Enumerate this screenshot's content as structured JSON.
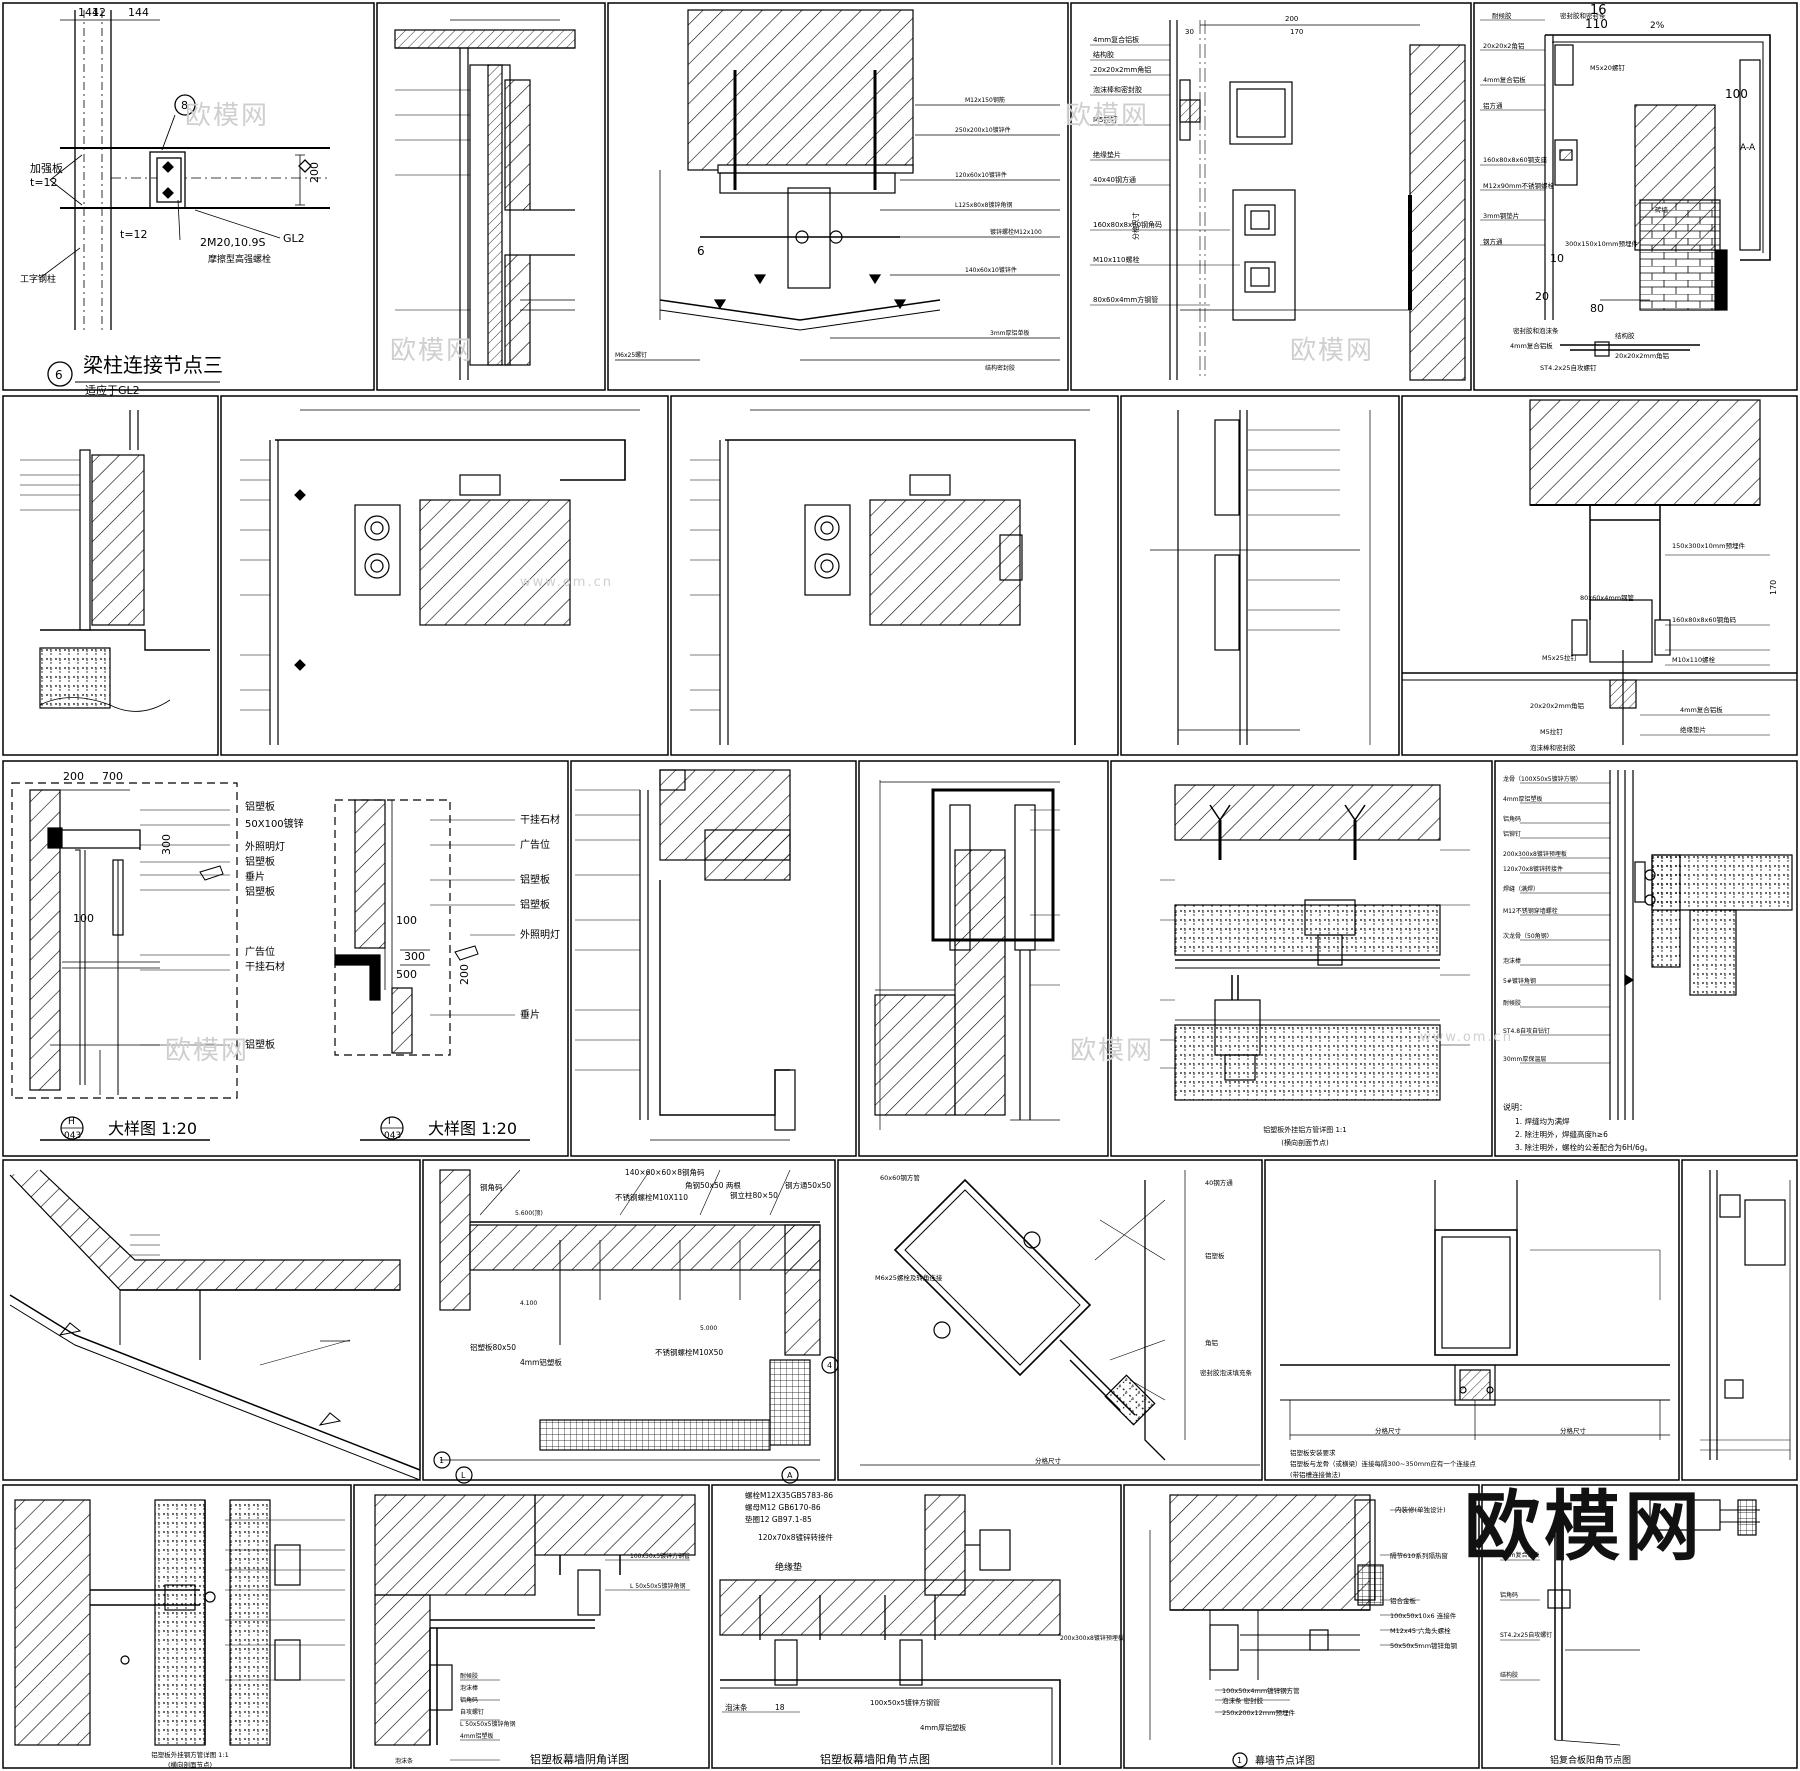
{
  "logo": "欧模网",
  "watermark": "欧模网",
  "watermark_url": "www.om.cn",
  "p1": {
    "title": "梁柱连接节点三",
    "subtitle": "适应于GL2",
    "num": "6",
    "dims_top": [
      "144",
      "12",
      "144"
    ],
    "dim_200": "200",
    "callout": "8",
    "labels": [
      "加强板",
      "t=12",
      "t=12",
      "2M20,10.9S",
      "摩擦型高强螺栓",
      "GL2",
      "工字钢柱"
    ]
  },
  "p3": {
    "labels": [
      "M12x150钢筋",
      "250x200x10镀锌件",
      "120x60x10镀锌件",
      "L125x80x8镀锌角钢",
      "镀锌螺栓M12x100",
      "140x60x10镀锌件",
      "3mm厚铝单板",
      "M6x25螺钉",
      "结构密封胶"
    ],
    "dim": "6"
  },
  "p4": {
    "dims": [
      "200",
      "30",
      "170"
    ],
    "labels": [
      "4mm复合铝板",
      "结构胶",
      "20x20x2mm角铝",
      "泡沫棒和密封胶",
      "M5拉钉",
      "绝缘垫片",
      "40x40钢方通",
      "160x80x8x60钢角码",
      "M10x110螺栓",
      "80x60x4mm方钢管"
    ],
    "side": "分格尺寸"
  },
  "p5": {
    "dims": [
      "16",
      "110",
      "2%",
      "100",
      "20",
      "80",
      "10"
    ],
    "labels": [
      "耐候胶",
      "密封胶和密封条",
      "20x20x2角铝",
      "M5x20螺钉",
      "4mm复合铝板",
      "铝方通",
      "160x80x8x60钢支座",
      "M12x90mm不锈钢螺栓",
      "3mm钢垫片",
      "砖墙",
      "300x150x10mm预埋件",
      "钢方通",
      "密封胶和泡沫条",
      "4mm复合铝板",
      "结构胶",
      "20x20x2mm角铝",
      "ST4.2x25自攻螺钉",
      "A-A"
    ]
  },
  "p9": {
    "dim": "170",
    "labels": [
      "150x300x10mm预埋件",
      "80x60x4mm钢管",
      "160x80x8x60钢角码",
      "M5x25拉钉",
      "M10x110螺栓",
      "20x20x2mm角铝",
      "4mm复合铝板",
      "M5拉钉",
      "绝缘垫片",
      "泡沫棒和密封胶"
    ]
  },
  "p10": {
    "dims": [
      "200",
      "700",
      "300",
      "100"
    ],
    "labels": [
      "铝塑板",
      "50X100镀锌",
      "外照明灯",
      "铝塑板",
      "垂片",
      "铝塑板",
      "广告位",
      "干挂石材",
      "铝塑板"
    ],
    "caption_num": "H",
    "caption_sheet": "043",
    "caption": "大样图  1:20"
  },
  "p11": {
    "dims": [
      "100",
      "300",
      "500",
      "200"
    ],
    "labels": [
      "干挂石材",
      "广告位",
      "铝塑板",
      "铝塑板",
      "外照明灯",
      "垂片"
    ],
    "caption_num": "I",
    "caption_sheet": "043",
    "caption": "大样图  1:20"
  },
  "p14": {
    "caption1": "铝塑板外挂铝方管详图  1:1",
    "caption2": "(横向剖面节点)"
  },
  "p15": {
    "labels": [
      "龙骨（100X50x5镀锌方钢）",
      "4mm厚铝塑板",
      "铝角码",
      "铝铆钉",
      "200x300x8镀锌预埋板",
      "120x70x8镀锌转接件",
      "焊缝（满焊）",
      "M12不锈钢穿墙螺栓",
      "次龙骨（50角钢）",
      "泡沫棒",
      "5#镀锌角钢",
      "耐候胶",
      "ST4.8自攻自钻钉",
      "30mm厚保温层"
    ],
    "notes_title": "说明：",
    "notes": [
      "1. 焊缝均为满焊",
      "2. 除注明外，焊缝高度h≥6",
      "3. 除注明外，螺栓的公差配合为6H/6g。"
    ]
  },
  "p17": {
    "labels": [
      "钢角码",
      "不锈钢螺栓M10X110",
      "140×60×60×8钢角码",
      "角钢50x50 两根",
      "钢立柱80×50",
      "钢方通50x50",
      "铝塑板80x50",
      "4mm铝塑板",
      "不锈钢螺栓M10X50"
    ],
    "dims": [
      "5.600(顶)",
      "4.100",
      "5.000"
    ],
    "axes": [
      "1",
      "4",
      "L",
      "A"
    ]
  },
  "p18": {
    "labels": [
      "60x60钢方管",
      "40钢方通",
      "M6x25螺栓及转角连接",
      "铝塑板",
      "角铝",
      "密封胶泡沫填充条"
    ],
    "bottom": "分格尺寸"
  },
  "p19": {
    "labels": [
      "铝塑板安装要求",
      "铝塑板与龙骨（或横梁）连接每隔300~350mm应有一个连接点",
      "(带铝槽连接做法)"
    ],
    "bottom": [
      "分格尺寸",
      "分格尺寸"
    ]
  },
  "p21": {
    "caption1": "铝塑板外挂钢方管详图  1:1",
    "caption2": "(横向剖面节点)"
  },
  "p22": {
    "caption": "铝塑板幕墙阴角详图",
    "labels": [
      "100x50x5镀锌方钢管",
      "L 50x50x5镀锌角钢",
      "耐候胶",
      "泡沫棒",
      "铝角码",
      "自攻螺钉",
      "L 50x50x5镀锌角钢",
      "4mm铝塑板"
    ],
    "bottom": "泡沫条"
  },
  "p23": {
    "caption": "铝塑板幕墙阳角节点图",
    "top_labels": [
      "螺栓M12X35GB5783-86",
      "螺母M12  GB6170-86",
      "垫圈12  GB97.1-85"
    ],
    "labels": [
      "120x70x8镀锌转接件",
      "绝缘垫",
      "100x50x5镀锌方钢管",
      "200x300x8镀锌预埋板",
      "4mm厚铝塑板"
    ],
    "bottom": [
      "泡沫条",
      "18"
    ]
  },
  "p24": {
    "caption_num": "1",
    "caption": "幕墙节点详图",
    "labels": [
      "内装修(单独设计)",
      "隔节610系列隔热窗",
      "铝合金板",
      "100x50x10x6 连接件",
      "M12x45 六角头螺栓",
      "50x50x5mm镀锌角钢",
      "100x50x4mm镀锌钢方管",
      "泡沫条  密封胶",
      "250x200x12mm预埋件"
    ]
  },
  "p25": {
    "caption": "铝复合板阳角节点图",
    "labels": [
      "4mm复合铝板",
      "铝角码",
      "ST4.2x25自攻螺钉",
      "结构胶"
    ]
  }
}
